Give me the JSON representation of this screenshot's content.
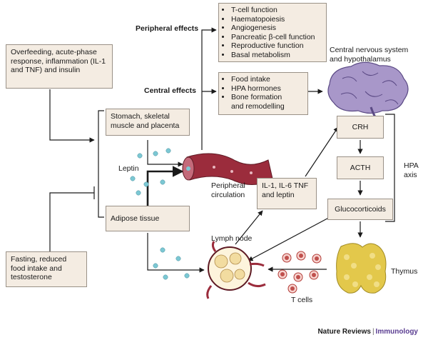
{
  "boxes": {
    "overfeeding": "Overfeeding, acute-phase response, inflammation (IL-1 and TNF) and insulin",
    "fasting": "Fasting, reduced food intake and testosterone",
    "stomach": "Stomach, skeletal muscle and placenta",
    "adipose": "Adipose tissue",
    "peripheral_effects_list": [
      "T-cell function",
      "Haematopoiesis",
      "Angiogenesis",
      "Pancreatic β-cell function",
      "Reproductive function",
      "Basal metabolism"
    ],
    "central_effects_list": [
      "Food intake",
      "HPA hormones",
      "Bone formation",
      "and remodelling"
    ],
    "crh": "CRH",
    "acth": "ACTH",
    "glucocorticoids": "Glucocorticoids",
    "cytokines": "IL-1, IL-6 TNF and leptin"
  },
  "labels": {
    "peripheral_effects": "Peripheral effects",
    "central_effects": "Central effects",
    "cns": "Central nervous system and hypothalamus",
    "leptin": "Leptin",
    "peripheral_circulation": "Peripheral circulation",
    "hpa_axis": "HPA axis",
    "lymph_node": "Lymph node",
    "thymus": "Thymus",
    "t_cells": "T cells"
  },
  "footer": {
    "publisher": "Nature Reviews",
    "separator": "|",
    "journal": "Immunology"
  },
  "colors": {
    "box_fill": "#f4ece2",
    "box_border": "#9a9187",
    "leptin_dot": "#7cc8d4",
    "tcell": "#c0504d",
    "vessel": "#9b2c3c",
    "thymus": "#e3c84b",
    "brain": "#9f8ec2"
  }
}
